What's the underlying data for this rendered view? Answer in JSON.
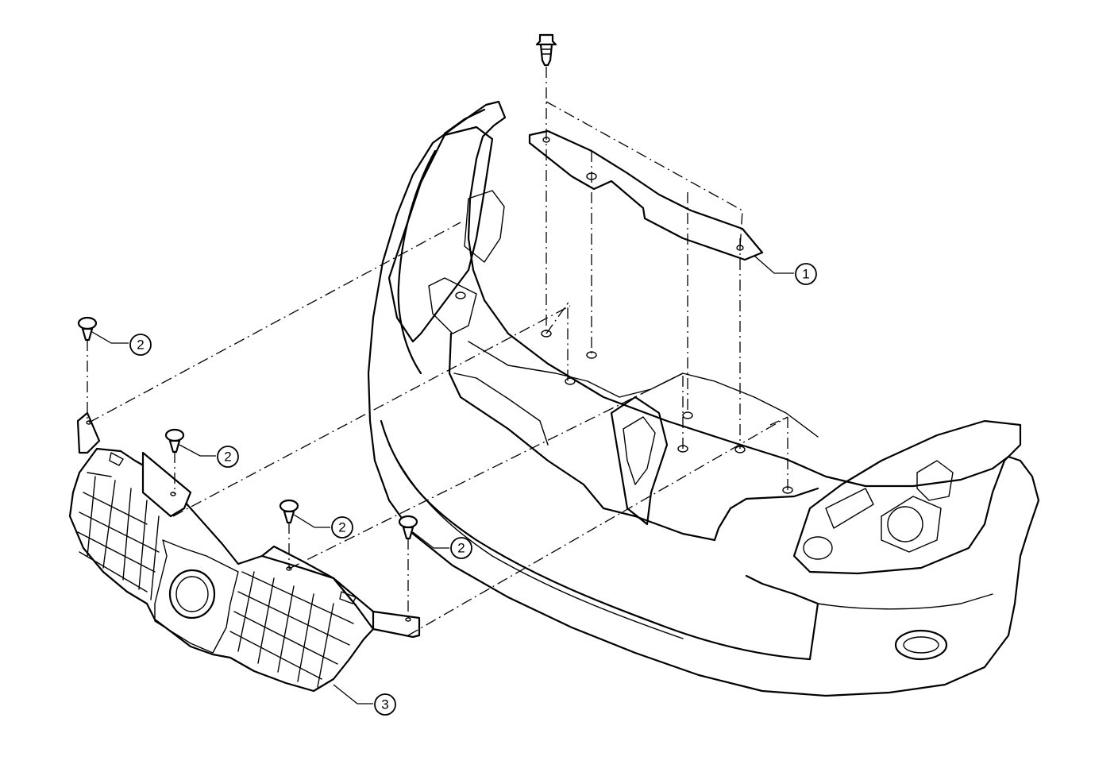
{
  "callouts": [
    {
      "label": "1"
    },
    {
      "label": "2"
    },
    {
      "label": "2"
    },
    {
      "label": "2"
    },
    {
      "label": "2"
    },
    {
      "label": "3"
    }
  ]
}
